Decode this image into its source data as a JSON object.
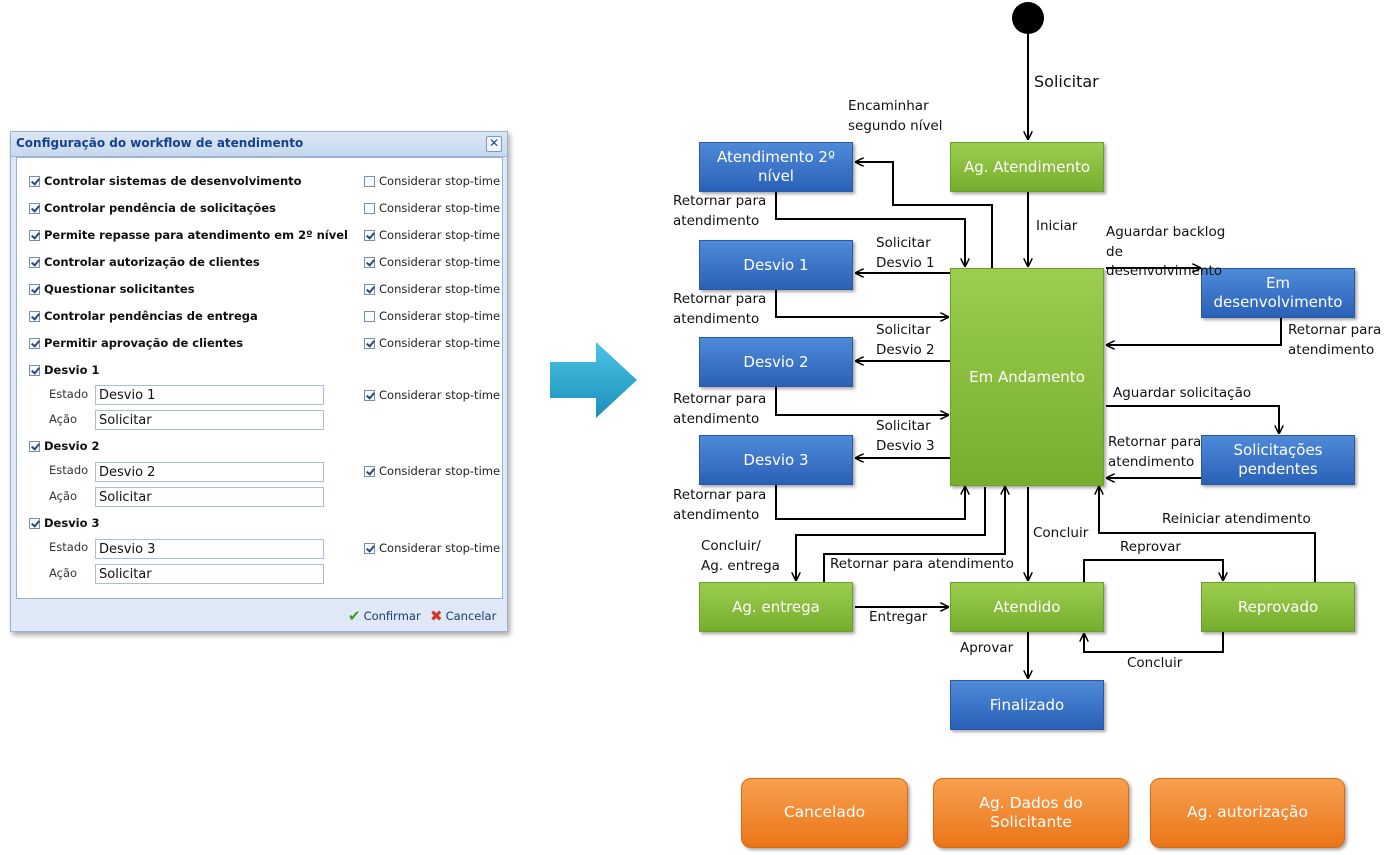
{
  "dialog": {
    "title": "Configuração do workflow de atendimento",
    "close_icon": "close-icon",
    "options": [
      {
        "label": "Controlar sistemas de desenvolvimento",
        "checked": true,
        "stop_label": "Considerar stop-time",
        "stop_checked": false
      },
      {
        "label": "Controlar pendência de solicitações",
        "checked": true,
        "stop_label": "Considerar stop-time",
        "stop_checked": false
      },
      {
        "label": "Permite repasse para atendimento em 2º nível",
        "checked": true,
        "stop_label": "Considerar stop-time",
        "stop_checked": true
      },
      {
        "label": "Controlar autorização de clientes",
        "checked": true,
        "stop_label": "Considerar stop-time",
        "stop_checked": true
      },
      {
        "label": "Questionar solicitantes",
        "checked": true,
        "stop_label": "Considerar stop-time",
        "stop_checked": true
      },
      {
        "label": "Controlar pendências de entrega",
        "checked": true,
        "stop_label": "Considerar stop-time",
        "stop_checked": false
      },
      {
        "label": "Permitir aprovação de clientes",
        "checked": true,
        "stop_label": "Considerar stop-time",
        "stop_checked": true
      }
    ],
    "desvios": [
      {
        "label": "Desvio 1",
        "checked": true,
        "estado_label": "Estado",
        "estado_value": "Desvio 1",
        "acao_label": "Ação",
        "acao_value": "Solicitar",
        "stop_label": "Considerar stop-time",
        "stop_checked": true
      },
      {
        "label": "Desvio 2",
        "checked": true,
        "estado_label": "Estado",
        "estado_value": "Desvio 2",
        "acao_label": "Ação",
        "acao_value": "Solicitar",
        "stop_label": "Considerar stop-time",
        "stop_checked": true
      },
      {
        "label": "Desvio 3",
        "checked": true,
        "estado_label": "Estado",
        "estado_value": "Desvio 3",
        "acao_label": "Ação",
        "acao_value": "Solicitar",
        "stop_label": "Considerar stop-time",
        "stop_checked": true
      }
    ],
    "confirm_label": "Confirmar",
    "cancel_label": "Cancelar",
    "confirm_icon": "checkmark-icon",
    "cancel_icon": "cross-icon"
  },
  "diagram": {
    "states": {
      "atendimento_2nivel": "Atendimento 2º nível",
      "ag_atendimento": "Ag. Atendimento",
      "desvio1": "Desvio 1",
      "desvio2": "Desvio 2",
      "desvio3": "Desvio 3",
      "em_andamento": "Em Andamento",
      "em_desenvolvimento": "Em desenvolvimento",
      "solicitacoes_pendentes": "Solicitações pendentes",
      "ag_entrega": "Ag. entrega",
      "atendido": "Atendido",
      "reprovado": "Reprovado",
      "finalizado": "Finalizado",
      "cancelado": "Cancelado",
      "ag_dados_solicitante": "Ag. Dados do Solicitante",
      "ag_autorizacao": "Ag. autorização"
    },
    "transitions": {
      "solicitar": "Solicitar",
      "encaminhar_segundo_nivel": "Encaminhar segundo nível",
      "iniciar": "Iniciar",
      "retornar_atendimento_1": "Retornar para atendimento",
      "solicitar_desvio1": "Solicitar Desvio 1",
      "retornar_atendimento_2": "Retornar para atendimento",
      "solicitar_desvio2": "Solicitar Desvio 2",
      "retornar_atendimento_3": "Retornar para atendimento",
      "solicitar_desvio3": "Solicitar Desvio 3",
      "retornar_atendimento_4": "Retornar para atendimento",
      "aguardar_backlog": "Aguardar backlog de desenvolvimento",
      "retornar_atendimento_dev": "Retornar para atendimento",
      "aguardar_solicitacao": "Aguardar solicitação",
      "retornar_atendimento_sol": "Retornar para atendimento",
      "concluir_ag_entrega": "Concluir/ Ag. entrega",
      "retornar_atendimento_entrega": "Retornar para atendimento",
      "concluir": "Concluir",
      "reiniciar_atendimento": "Reiniciar atendimento",
      "reprovar": "Reprovar",
      "entregar": "Entregar",
      "aprovar": "Aprovar",
      "concluir_reprovado": "Concluir"
    }
  },
  "colors": {
    "blue_state": "#2a61b8",
    "green_state": "#76ae2d",
    "orange_state": "#ea7518",
    "arrow_cyan": "#2aa9cf"
  }
}
